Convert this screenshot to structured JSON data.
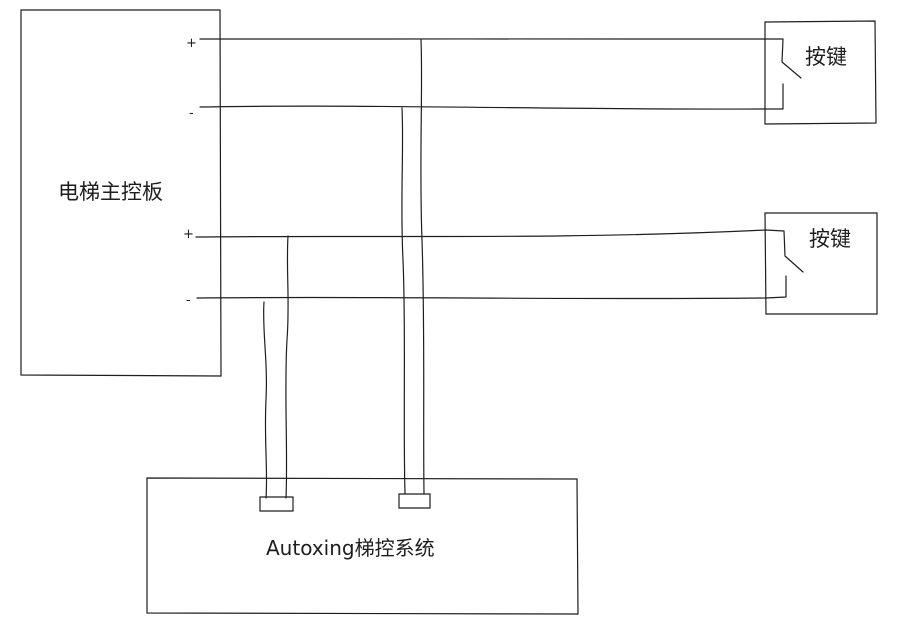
{
  "main_board": {
    "label": "电梯主控板",
    "port_top_plus": "+",
    "port_top_minus": "-",
    "port_bottom_plus": "+",
    "port_bottom_minus": "-"
  },
  "buttons": [
    {
      "label": "按键"
    },
    {
      "label": "按键"
    }
  ],
  "control_system": {
    "label": "Autoxing梯控系统"
  }
}
